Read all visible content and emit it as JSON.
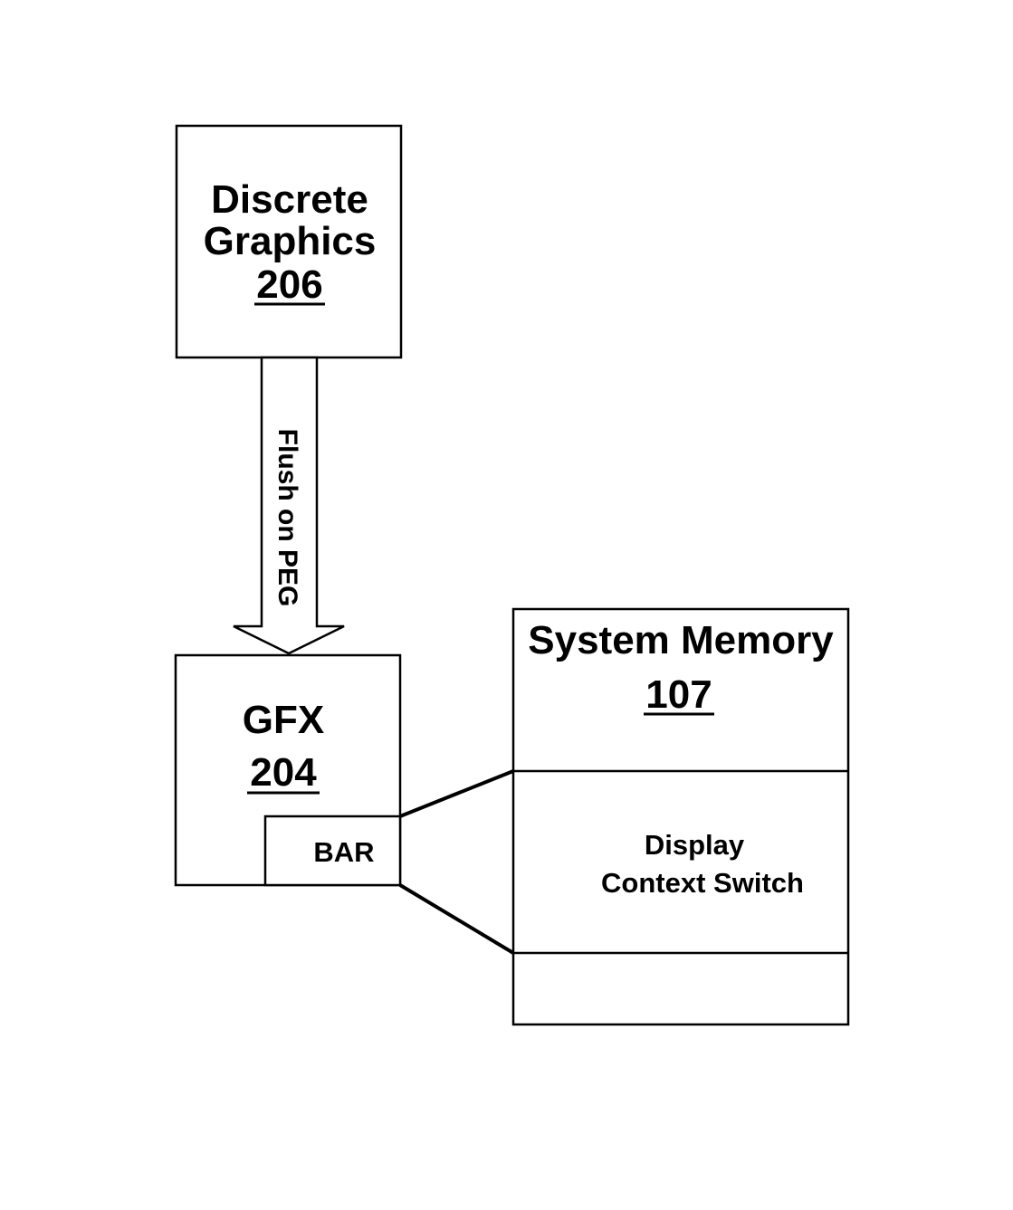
{
  "discrete_graphics": {
    "title_line1": "Discrete",
    "title_line2": "Graphics",
    "ref": "206"
  },
  "arrow": {
    "label": "Flush on PEG"
  },
  "gfx": {
    "title": "GFX",
    "ref": "204",
    "bar_label": "BAR"
  },
  "system_memory": {
    "title": "System Memory",
    "ref": "107",
    "region_line1": "Display",
    "region_line2": "Context Switch"
  }
}
